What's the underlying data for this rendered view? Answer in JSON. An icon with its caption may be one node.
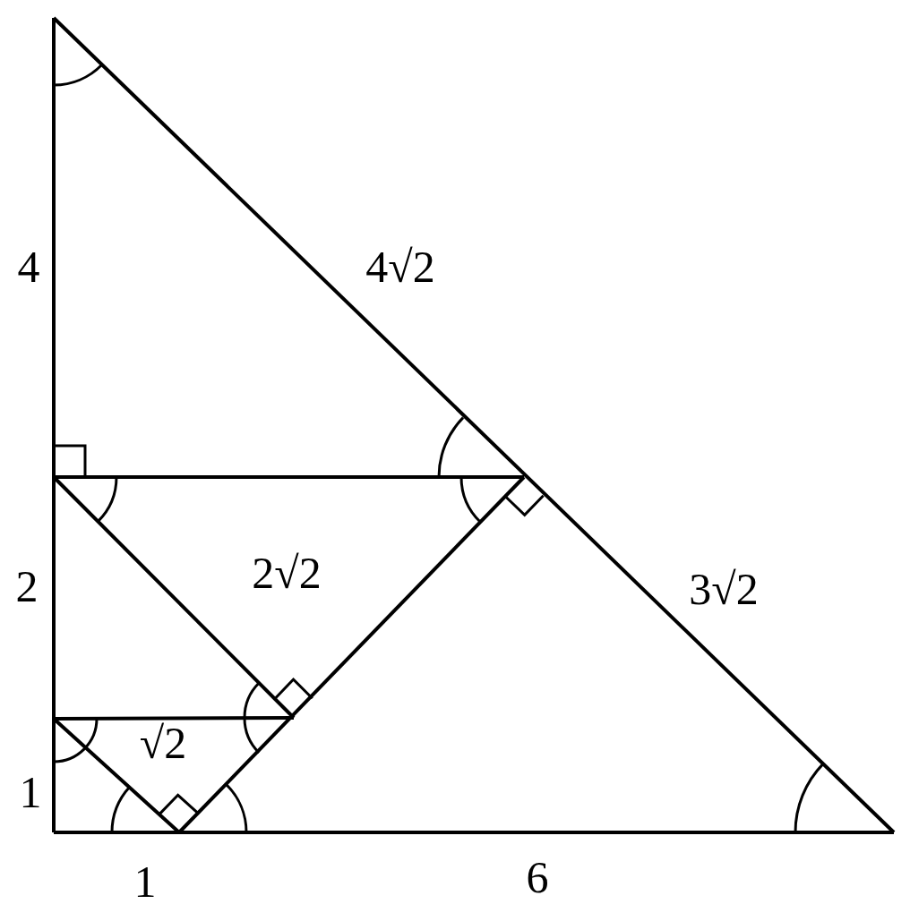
{
  "diagram": {
    "labels": [
      "4",
      "4√2",
      "2√2",
      "2",
      "3√2",
      "√2",
      "1",
      "1",
      "6"
    ]
  }
}
